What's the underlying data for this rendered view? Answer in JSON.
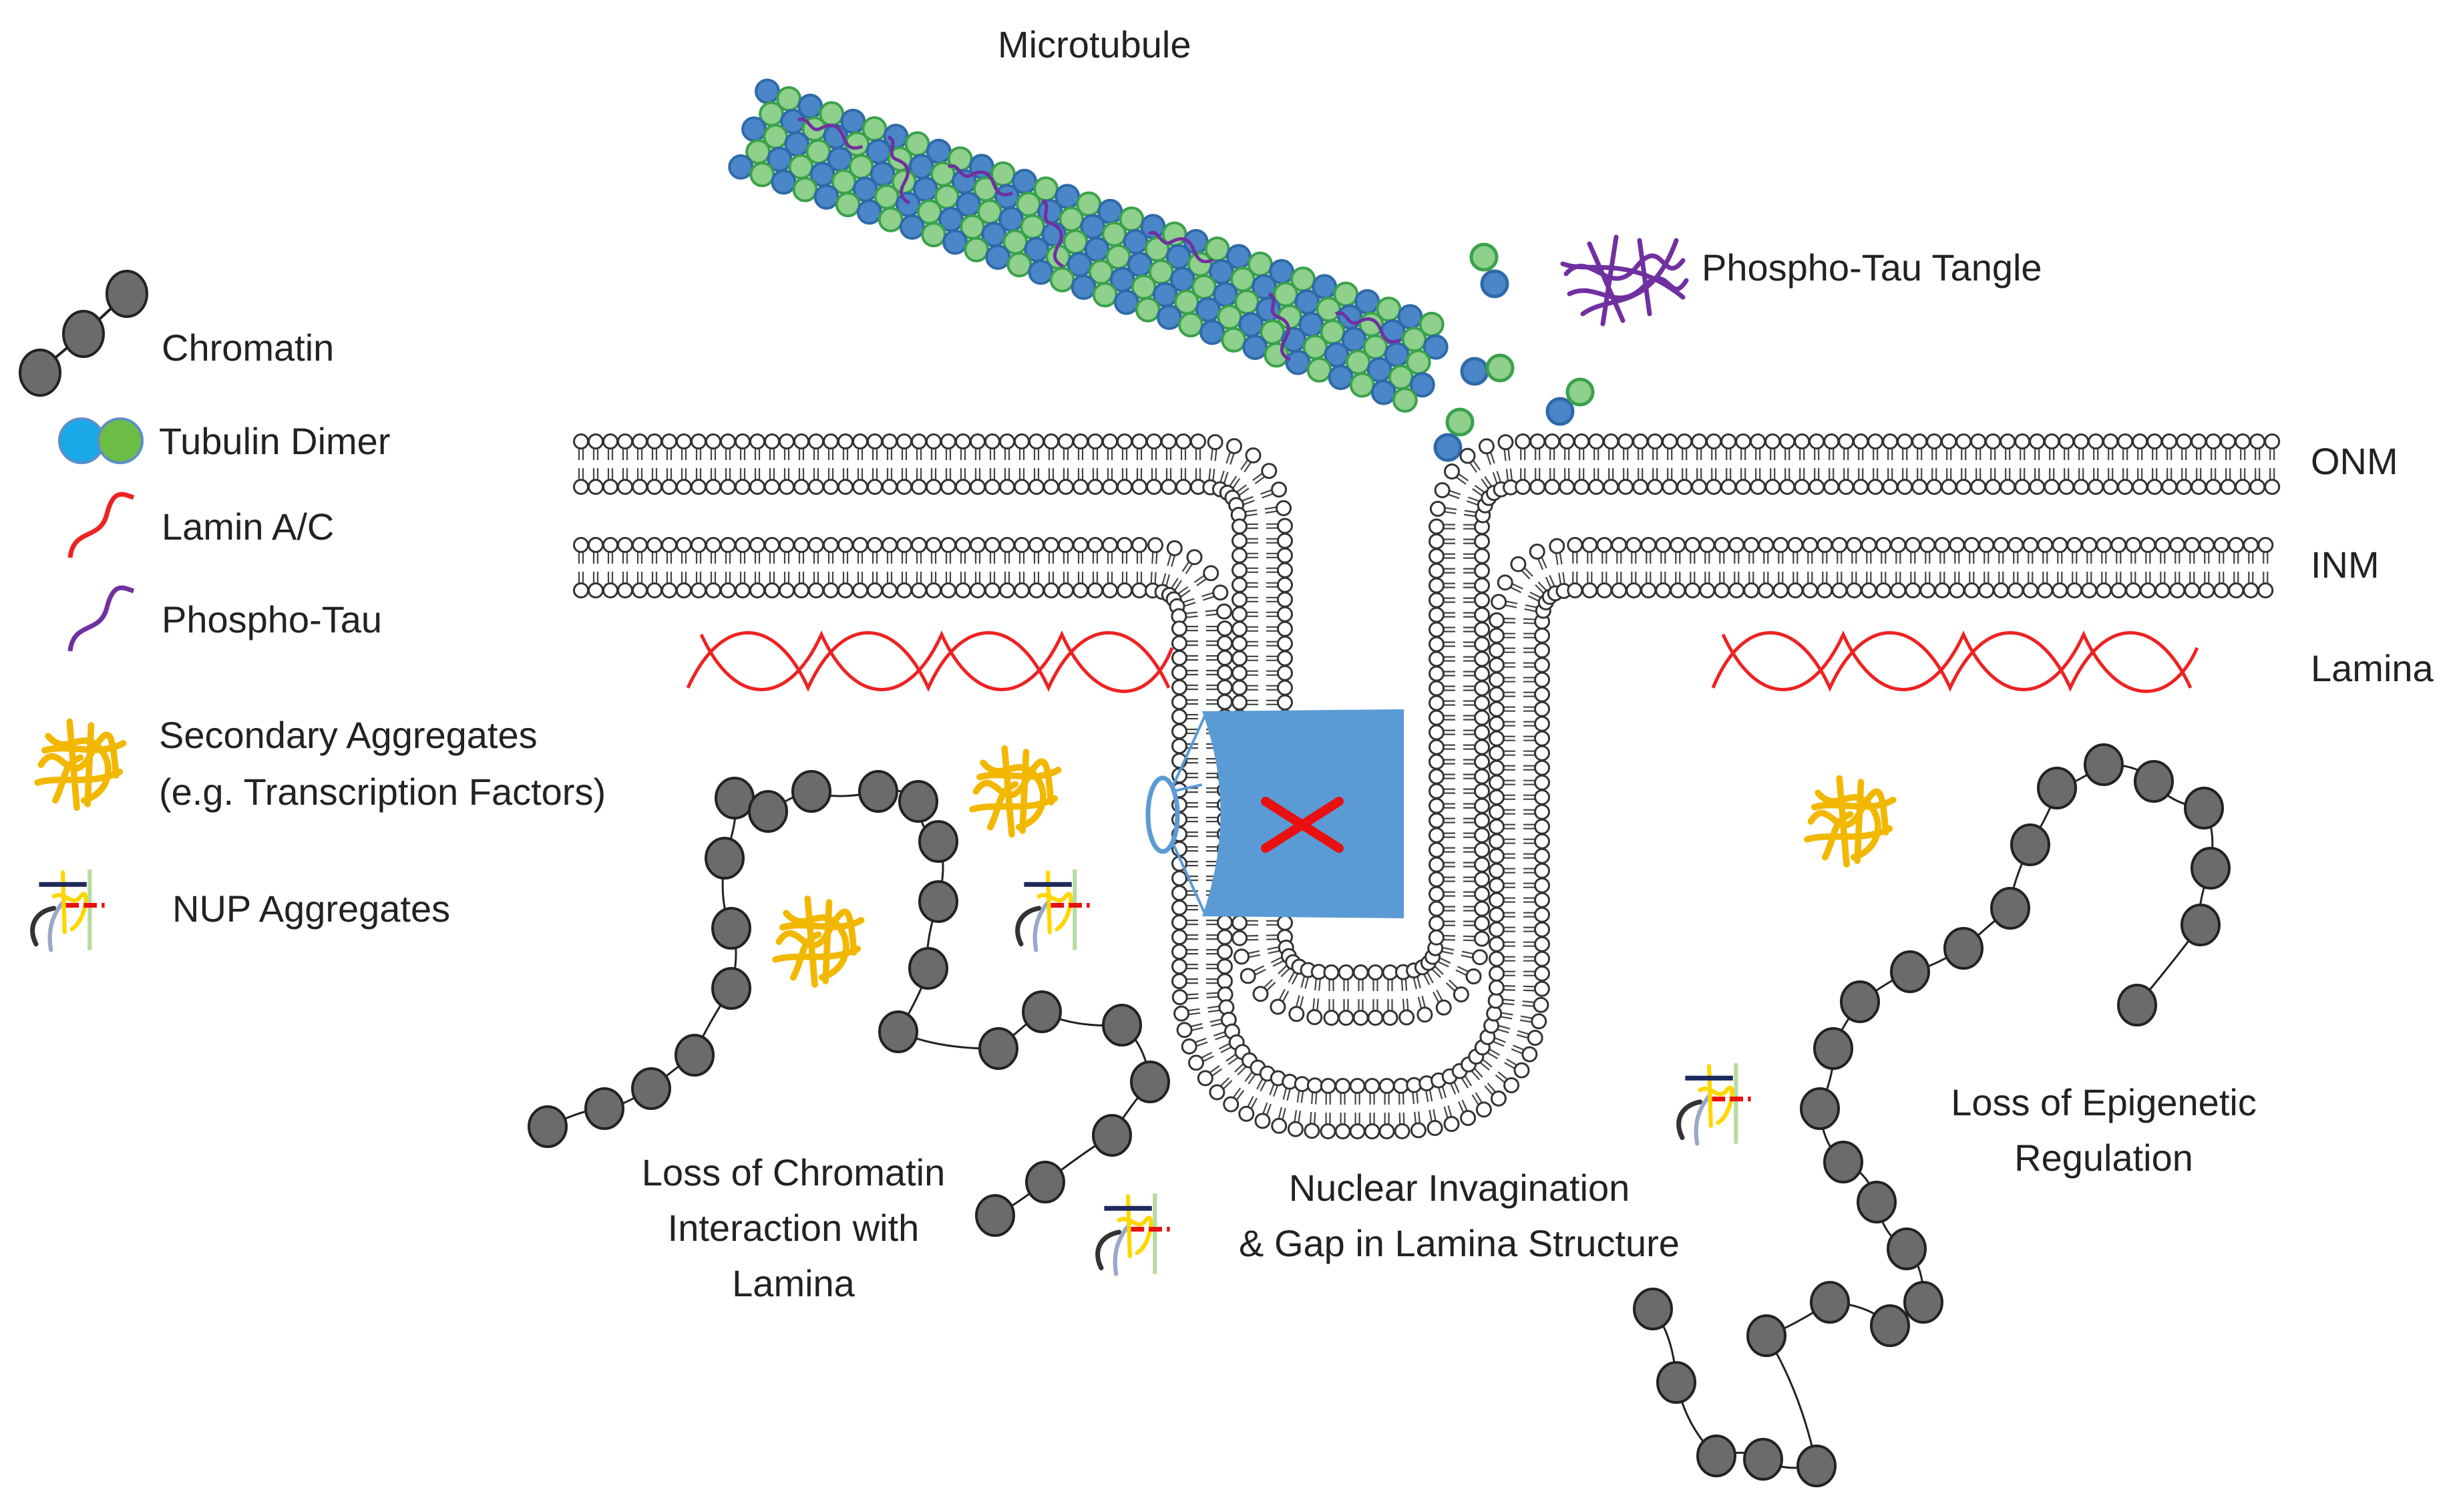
{
  "labels": {
    "microtubule": "Microtubule",
    "tangle": "Phospho-Tau Tangle",
    "onm": "ONM",
    "inm": "INM",
    "lamina": "Lamina",
    "chromatin_loss_1": "Loss of Chromatin",
    "chromatin_loss_2": "Interaction with",
    "chromatin_loss_3": "Lamina",
    "invagination_1": "Nuclear Invagination",
    "invagination_2": "& Gap in Lamina Structure",
    "epigenetic_1": "Loss of Epigenetic",
    "epigenetic_2": "Regulation"
  },
  "legend": {
    "chromatin": "Chromatin",
    "tubulin": "Tubulin Dimer",
    "lamin": "Lamin A/C",
    "ptau": "Phospho-Tau",
    "secondary_1": "Secondary Aggregates",
    "secondary_2": "(e.g. Transcription Factors)",
    "nup": "NUP Aggregates"
  },
  "colors": {
    "tubulin_blue": "#4a86c8",
    "tubulin_green": "#8fd08c",
    "lamin_red": "#ee2222",
    "ptau_purple": "#7030a0",
    "chromatin_gray": "#6b6b6b",
    "aggregate_yellow": "#f2b800",
    "pore_blue": "#5b9bd5",
    "block_red": "#e81010"
  },
  "icons": {
    "chromatin": "chromatin-bead-chain-icon",
    "tubulin": "tubulin-dimer-icon",
    "lamin": "lamin-squiggle-icon",
    "ptau": "phospho-tau-squiggle-icon",
    "secondary": "aggregate-tangle-icon",
    "nup": "nup-aggregate-icon",
    "pore": "nuclear-pore-icon",
    "block": "blocked-x-icon"
  }
}
